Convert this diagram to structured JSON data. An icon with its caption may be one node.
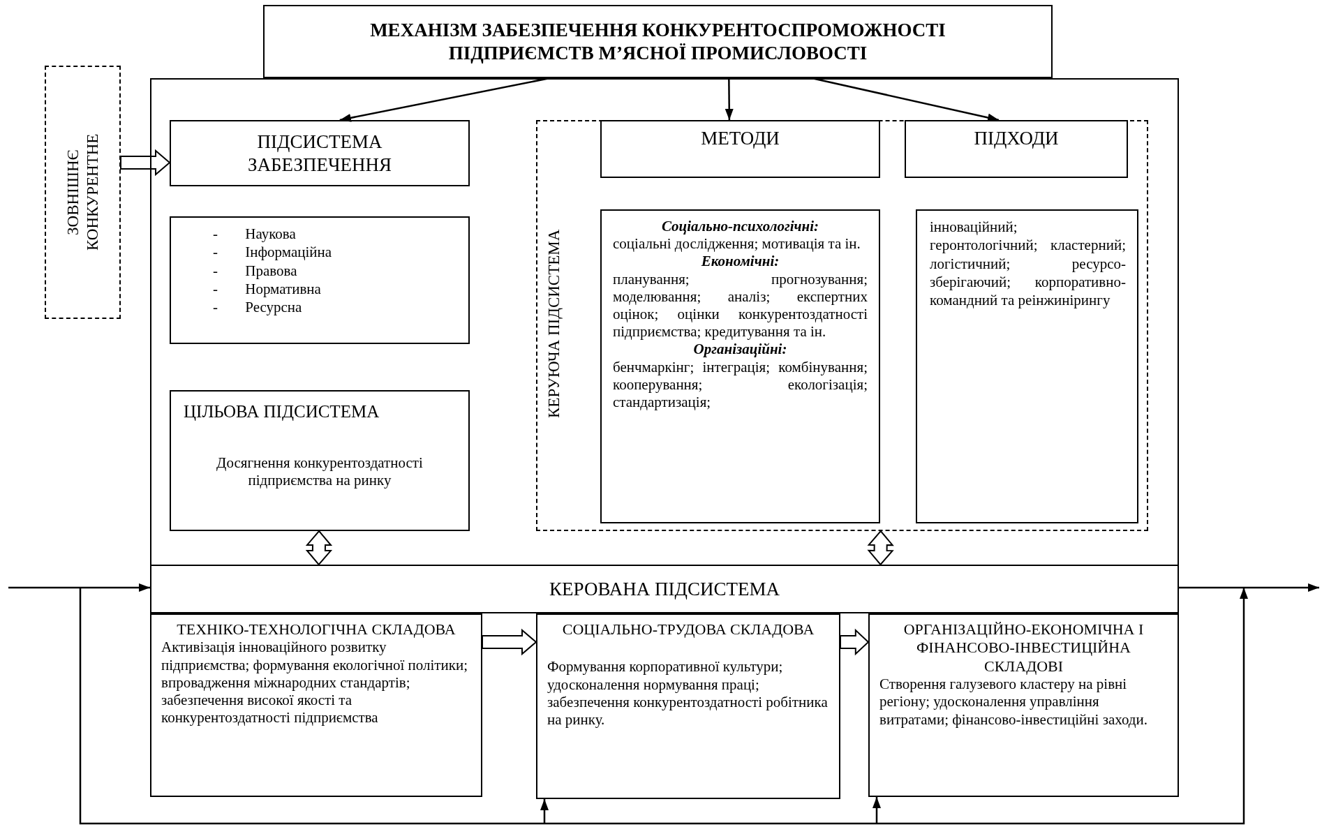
{
  "diagram": {
    "nodes": [
      {
        "text": [
          "МЕХАНІЗМ ЗАБЕЗПЕЧЕННЯ КОНКУРЕНТОСПРОМОЖНОСТІ ПІДПРИЄМСТВ М’ЯСНОЇ ПРОМИСЛОВОСТІ"
        ]
      },
      {
        "text": [],
        "shape": "box"
      },
      {
        "text": [
          "ЗОВНІШНЄ КОНКУРЕНТНЕ"
        ]
      },
      {
        "text": [
          "ПІДСИСТЕМА ЗАБЕЗПЕЧЕННЯ"
        ],
        "in": 1
      },
      {
        "text": [
          "- Наукова",
          "- Інформаційна",
          "- Правова",
          "- Нормативна",
          "- Ресурсна"
        ],
        "in": 1
      },
      {
        "text": [
          "ЦІЛЬОВА ПІДСИСТЕМА",
          "Досягнення конкурентоздатності підприємства на ринку"
        ],
        "in": 1
      },
      {
        "text": [
          "КЕРУЮЧА ПІДСИСТЕМА"
        ],
        "in": 1
      },
      {
        "text": [
          "МЕТОДИ"
        ],
        "in": 6
      },
      {
        "text": [
          "ПІДХОДИ"
        ],
        "in": 6
      },
      {
        "text": [
          "Соціально-психологічні:",
          "соціальні дослідження; мотивація та ін.",
          "Економічні:",
          "планування; прогнозування; моделювання; аналіз; експертних оцінок; оцінки конкурентоздатності підприємства; кредитування та ін.",
          "Організаційні:",
          "бенчмаркінг; інтеграція; комбінування; кооперування; екологізація; стандартизація;"
        ],
        "in": 6
      },
      {
        "text": [
          "інноваційний; геронтологічний; кластерний; логістичний; ресурсо-зберігаючий; корпоративно-командний та реінжинірингу"
        ],
        "in": 6
      },
      {
        "text": [
          "КЕРОВАНА ПІДСИСТЕМА"
        ],
        "in": 1
      },
      {
        "text": [
          "ТЕХНІКО-ТЕХНОЛОГІЧНА СКЛАДОВА",
          "Активізація інноваційного розвитку підприємства; формування екологічної політики; впровадження міжнародних стандартів; забезпечення високої якості та конкурентоздатності підприємства"
        ]
      },
      {
        "text": [
          "СОЦІАЛЬНО-ТРУДОВА СКЛАДОВА",
          "Формування корпоративної культури; удосконалення нормування праці; забезпечення конкурентоздатності робітника на ринку."
        ]
      },
      {
        "text": [
          "ОРГАНІЗАЦІЙНО-ЕКОНОМІЧНА І ФІНАНСОВО-ІНВЕСТИЦІЙНА СКЛАДОВІ",
          "Створення галузевого кластеру на рівні регіону; удосконалення управління витратами; фінансово-інвестиційні заходи."
        ]
      }
    ],
    "edges": [
      {
        "from": 0,
        "to": 3,
        "arrow": "to"
      },
      {
        "from": 0,
        "to": 7,
        "arrow": "to"
      },
      {
        "from": 0,
        "to": 8,
        "arrow": "to"
      },
      {
        "from": 2,
        "to": 3,
        "arrow": "to",
        "style": "thick"
      },
      {
        "from": 5,
        "to": 11,
        "arrow": "both",
        "style": "thick"
      },
      {
        "from": 6,
        "to": 11,
        "arrow": "both",
        "style": "thick"
      },
      {
        "from": 12,
        "to": 13,
        "arrow": "to",
        "style": "thick"
      },
      {
        "from": 13,
        "to": 14,
        "arrow": "to",
        "style": "thick"
      },
      {
        "from": null,
        "to": 11,
        "arrow": "to"
      },
      {
        "from": 11,
        "to": null,
        "arrow": "to"
      },
      {
        "from": null,
        "to": 13,
        "arrow": "to"
      },
      {
        "from": null,
        "to": 14,
        "arrow": "to"
      }
    ]
  }
}
